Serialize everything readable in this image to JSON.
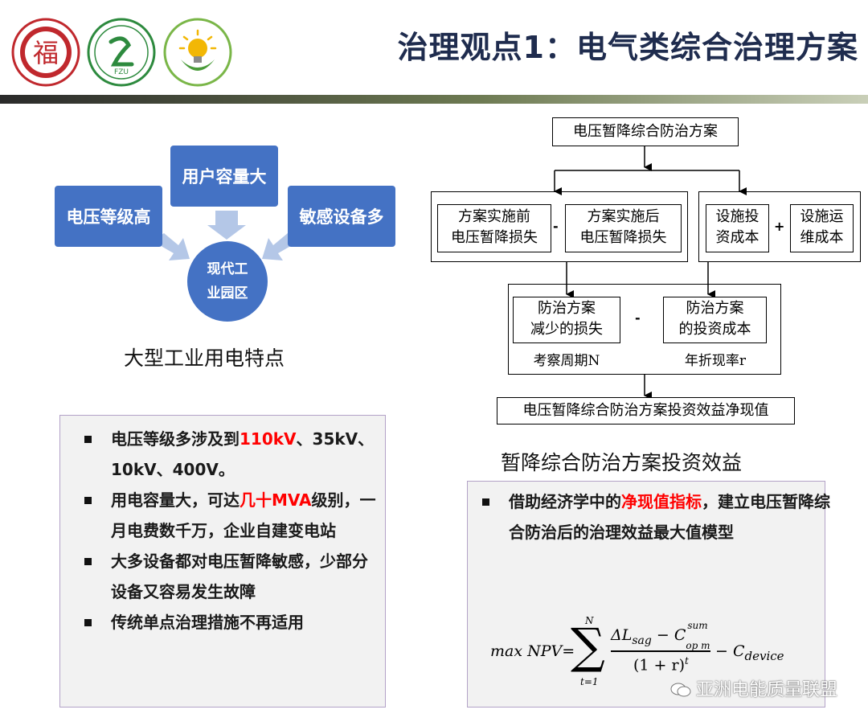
{
  "header": {
    "title": "治理观点1：电气类综合治理方案",
    "logo_text": "福",
    "logo2_text": "FZU"
  },
  "left": {
    "boxes": {
      "voltage": "电压等级高",
      "capacity": "用户容量大",
      "sensitive": "敏感设备多"
    },
    "center": {
      "line1": "现代工",
      "line2": "业园区"
    },
    "caption": "大型工业用电特点",
    "bullets": [
      {
        "pre": "电压等级多涉及到",
        "hl": "110kV",
        "post": "、35kV、10kV、400V。"
      },
      {
        "pre": "用电容量大，可达",
        "hl": "几十MVA",
        "post": "级别，一月电费数千万，企业自建变电站"
      },
      {
        "pre": "大多设备都对电压暂降敏感，少部分设备又容易发生故障",
        "hl": "",
        "post": ""
      },
      {
        "pre": "传统单点治理措施不再适用",
        "hl": "",
        "post": ""
      }
    ]
  },
  "right": {
    "flow": {
      "top": "电压暂降综合防治方案",
      "loss_before_1": "方案实施前",
      "loss_before_2": "电压暂降损失",
      "loss_after_1": "方案实施后",
      "loss_after_2": "电压暂降损失",
      "inv_1": "设施投",
      "inv_2": "资成本",
      "om_1": "设施运",
      "om_2": "维成本",
      "minus": "-",
      "plus": "+",
      "reduced_1": "防治方案",
      "reduced_2": "减少的损失",
      "cost_1": "防治方案",
      "cost_2": "的投资成本",
      "period": "考察周期N",
      "rate": "年折现率r",
      "result": "电压暂降综合防治方案投资效益净现值"
    },
    "caption": "暂降综合防治方案投资效益",
    "bullet": {
      "pre": "借助经济学中的",
      "hl": "净现值指标",
      "post": "，建立电压暂降综合防治后的治理效益最大值模型"
    },
    "formula": {
      "lhs": "max NPV=",
      "upper": "N",
      "lower": "t=1",
      "num": "ΔL",
      "num_sub": "sag",
      "num_mid": " − C",
      "num_sup": "sum",
      "num_sub2": "op m",
      "den": "(1 + r)",
      "den_sup": "t",
      "tail": "− C",
      "tail_sub": "device"
    }
  },
  "watermark": "亚洲电能质量联盟",
  "colors": {
    "box_blue": "#4472c4",
    "title": "#1f2c4e",
    "highlight": "#ff0000"
  }
}
